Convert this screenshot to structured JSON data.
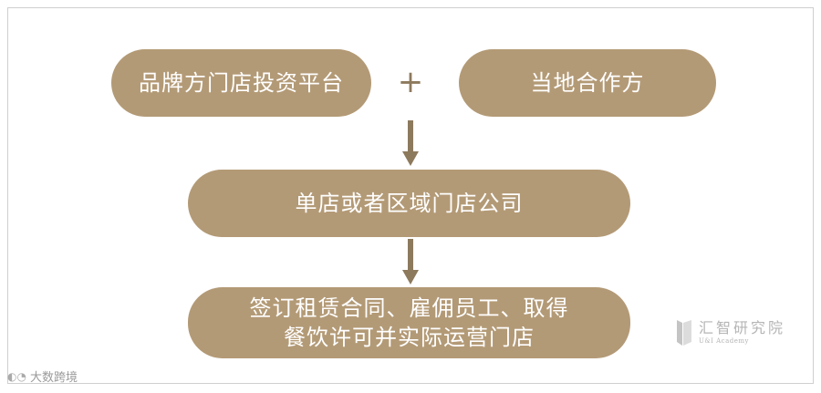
{
  "diagram": {
    "node_a": "品牌方门店投资平台",
    "plus_sign": "+",
    "node_b": "当地合作方",
    "node_c": "单店或者区域门店公司",
    "node_d_line1": "签订租赁合同、雇佣员工、取得",
    "node_d_line2": "餐饮许可并实际运营门店"
  },
  "watermarks": {
    "left_text": "大数跨境",
    "right_cn": "汇智研究院",
    "right_en": "U&I Academy"
  },
  "colors": {
    "pill_fill": "#b39a76",
    "arrow": "#8d7a5d",
    "plus": "#8d7a5d"
  }
}
